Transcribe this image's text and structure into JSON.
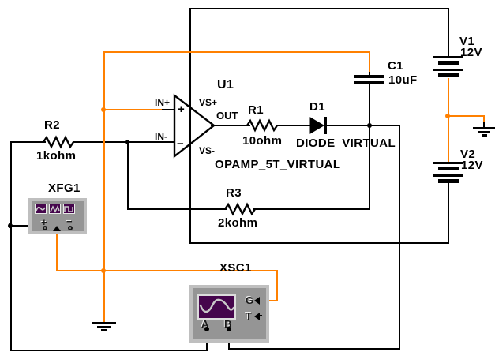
{
  "components": {
    "u1": {
      "refdes": "U1",
      "part": "OPAMP_5T_VIRTUAL",
      "pins": {
        "in_plus": "IN+",
        "in_minus": "IN-",
        "vs_plus": "VS+",
        "vs_minus": "VS-",
        "out": "OUT"
      },
      "markers": {
        "plus": "+",
        "minus": "−"
      }
    },
    "r1": {
      "refdes": "R1",
      "value": "10ohm"
    },
    "r2": {
      "refdes": "R2",
      "value": "1kohm"
    },
    "r3": {
      "refdes": "R3",
      "value": "2kohm"
    },
    "c1": {
      "refdes": "C1",
      "value": "10uF"
    },
    "d1": {
      "refdes": "D1",
      "part": "DIODE_VIRTUAL"
    },
    "v1": {
      "refdes": "V1",
      "value": "12V"
    },
    "v2": {
      "refdes": "V2",
      "value": "12V"
    }
  },
  "instruments": {
    "xfg1": {
      "refdes": "XFG1",
      "terminal_plus": "+",
      "terminal_minus": "−",
      "icons": [
        "sine-wave-icon",
        "triangle-wave-icon",
        "square-wave-icon"
      ]
    },
    "xsc1": {
      "refdes": "XSC1",
      "ground": "G",
      "trigger": "T",
      "channel_a": "A",
      "channel_b": "B"
    }
  },
  "colors": {
    "wire": "#000000",
    "net_highlight": "#ff8000",
    "instrument_frame": "#bfbfbf",
    "instrument_body": "#959595",
    "display": "#45054c",
    "trace": "#c8c8c8"
  }
}
